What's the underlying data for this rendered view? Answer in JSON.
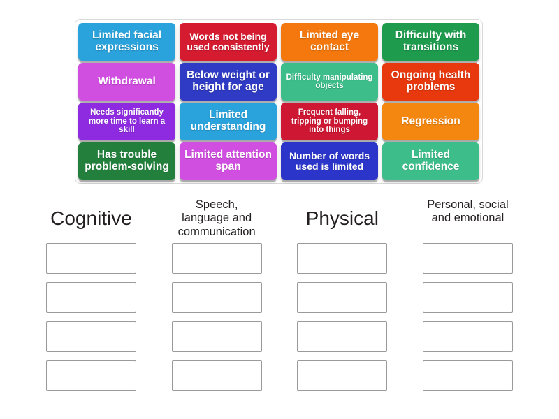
{
  "activity": {
    "type": "group-sort",
    "tray_label": "answer-tiles-tray"
  },
  "tiles": [
    [
      {
        "label": "Limited facial expressions",
        "color": "#2AA2DB",
        "size": "s-lg"
      },
      {
        "label": "Words not being used consistently",
        "color": "#D51B30",
        "size": "s-md"
      },
      {
        "label": "Limited eye contact",
        "color": "#F4780D",
        "size": "s-lg"
      },
      {
        "label": "Difficulty with transitions",
        "color": "#1E9B4D",
        "size": "s-lg"
      }
    ],
    [
      {
        "label": "Withdrawal",
        "color": "#D14FE0",
        "size": "s-lg"
      },
      {
        "label": "Below weight or height for age",
        "color": "#2F3BC4",
        "size": "s-lg"
      },
      {
        "label": "Difficulty manipulating objects",
        "color": "#3DBD8A",
        "size": "s-sm"
      },
      {
        "label": "Ongoing health problems",
        "color": "#E8380D",
        "size": "s-lg"
      }
    ],
    [
      {
        "label": "Needs significantly more time to learn a skill",
        "color": "#8E2BE0",
        "size": "s-sm"
      },
      {
        "label": "Limited understanding",
        "color": "#2AA2DB",
        "size": "s-lg"
      },
      {
        "label": "Frequent falling, tripping or bumping into things",
        "color": "#CE1733",
        "size": "s-sm"
      },
      {
        "label": "Regression",
        "color": "#F4870F",
        "size": "s-lg"
      }
    ],
    [
      {
        "label": "Has trouble problem-solving",
        "color": "#22803C",
        "size": "s-lg"
      },
      {
        "label": "Limited attention span",
        "color": "#D14FE0",
        "size": "s-lg"
      },
      {
        "label": "Number of words used is limited",
        "color": "#2B35C9",
        "size": "s-md"
      },
      {
        "label": "Limited confidence",
        "color": "#3DBD8A",
        "size": "s-lg"
      }
    ]
  ],
  "columns": [
    {
      "title": "Cognitive",
      "head_style": "big",
      "dropzone_count": 4
    },
    {
      "title": "Speech,\nlanguage and\ncommunication",
      "head_style": "small",
      "dropzone_count": 4
    },
    {
      "title": "Physical",
      "head_style": "big",
      "dropzone_count": 4
    },
    {
      "title": "Personal, social\nand emotional",
      "head_style": "small",
      "dropzone_count": 4
    }
  ]
}
